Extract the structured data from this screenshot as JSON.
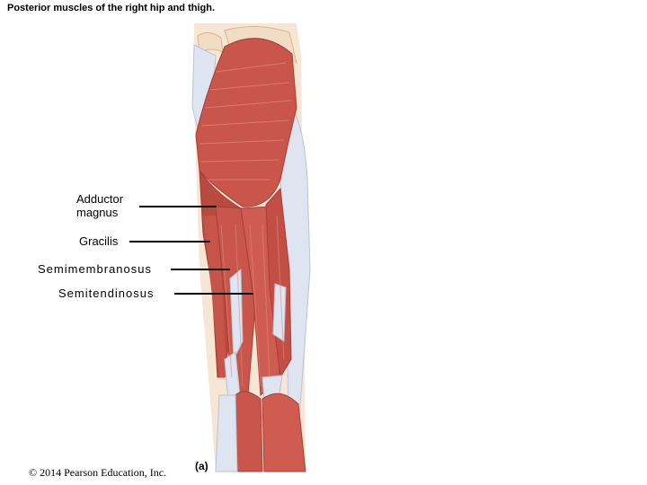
{
  "title": "Posterior muscles of the right hip and thigh.",
  "labels": {
    "adductor_magnus": "Adductor\nmagnus",
    "gracilis": "Gracilis",
    "semimembranosus": "Semimembranosus",
    "semitendinosus": "Semitendinosus"
  },
  "panel_label": "(a)",
  "copyright": "© 2014 Pearson Education, Inc.",
  "colors": {
    "muscle": "#c9564a",
    "muscle_dark": "#a93d34",
    "tendon": "#dfe4f1",
    "bone": "#f1dcc4",
    "skin": "#f6e6d3"
  }
}
